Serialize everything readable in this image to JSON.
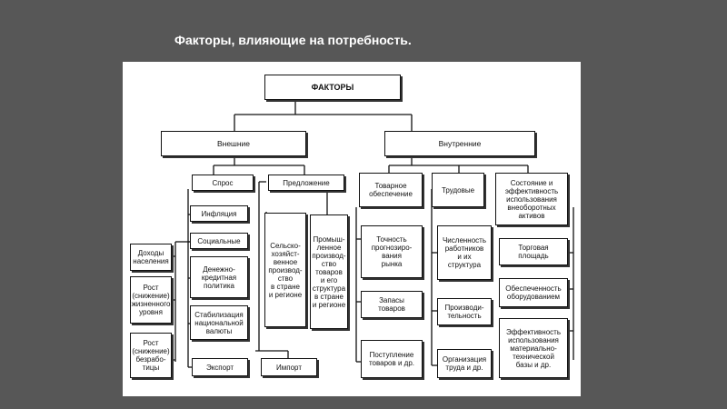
{
  "slide": {
    "title": "Факторы, влияющие на потребность."
  },
  "diagram": {
    "root": "ФАКТОРЫ",
    "external": "Внешние",
    "internal": "Внутренние",
    "demand": "Спрос",
    "supply": "Предложение",
    "inflation": "Инфляция",
    "social": "Социальные",
    "monetary": "Денежно-\nкредитная\nполитика",
    "currency": "Стабилизация\nнациональной\nвалюты",
    "export": "Экспорт",
    "import": "Импорт",
    "income": "Доходы\nнаселения",
    "living": "Рост\n(снижение)\nжизненного\nуровня",
    "unemployment": "Рост\n(снижение)\nбезрабо-\nтицы",
    "agri": "Сельско-\nхозяйст-\nвенное\nпроизвод-\nство\nв стране\nи регионе",
    "industrial": "Промыш-\nленное\nпроизвод-\nство\nтоваров\nи его\nструктура\nв стране\nи регионе",
    "goods_supply": "Товарное\nобеспечение",
    "labor": "Трудовые",
    "assets_state": "Состояние и\nэффективность\nиспользования\nвнеоборотных\nактивов",
    "forecast_accuracy": "Точность\nпрогнозиро-\nвания\nрынка",
    "stocks": "Запасы\nтоваров",
    "receipts": "Поступление\nтоваров и др.",
    "staff": "Численность\nработников\nи их\nструктура",
    "productivity": "Производи-\nтельность",
    "labor_org": "Организация\nтруда и др.",
    "trade_area": "Торговая\nплощадь",
    "equipment": "Обеспеченность\nоборудованием",
    "material_base": "Эффективность\nиспользования\nматериально-\nтехнической\nбазы и др."
  }
}
